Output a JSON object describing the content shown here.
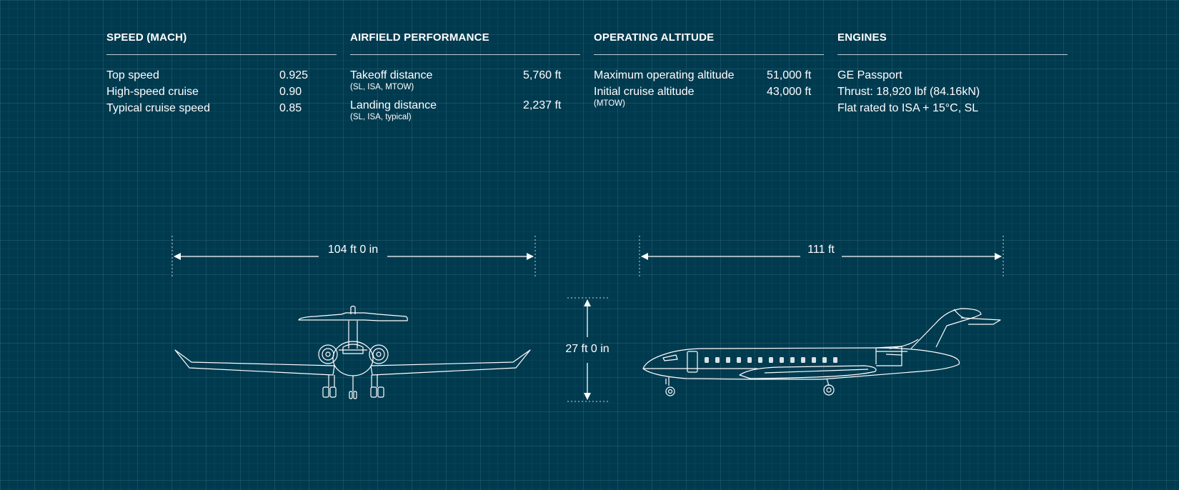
{
  "specs": {
    "speed": {
      "title": "SPEED (MACH)",
      "rows": [
        {
          "label": "Top speed",
          "value": "0.925"
        },
        {
          "label": "High-speed cruise",
          "value": "0.90"
        },
        {
          "label": "Typical cruise speed",
          "value": "0.85"
        }
      ]
    },
    "airfield": {
      "title": "AIRFIELD PERFORMANCE",
      "rows": [
        {
          "label": "Takeoff distance",
          "value": "5,760 ft",
          "note": "(SL, ISA, MTOW)"
        },
        {
          "label": "Landing distance",
          "value": "2,237 ft",
          "note": "(SL, ISA, typical)"
        }
      ]
    },
    "altitude": {
      "title": "OPERATING ALTITUDE",
      "rows": [
        {
          "label": "Maximum operating altitude",
          "value": "51,000 ft"
        },
        {
          "label": "Initial cruise altitude",
          "value": "43,000 ft",
          "note": "(MTOW)"
        }
      ]
    },
    "engines": {
      "title": "ENGINES",
      "lines": [
        "GE Passport",
        "Thrust: 18,920 lbf (84.16kN)",
        "Flat rated to ISA + 15°C, SL"
      ]
    }
  },
  "dimensions": {
    "wingspan": "104 ft 0 in",
    "length": "111 ft",
    "height": "27 ft 0 in"
  }
}
